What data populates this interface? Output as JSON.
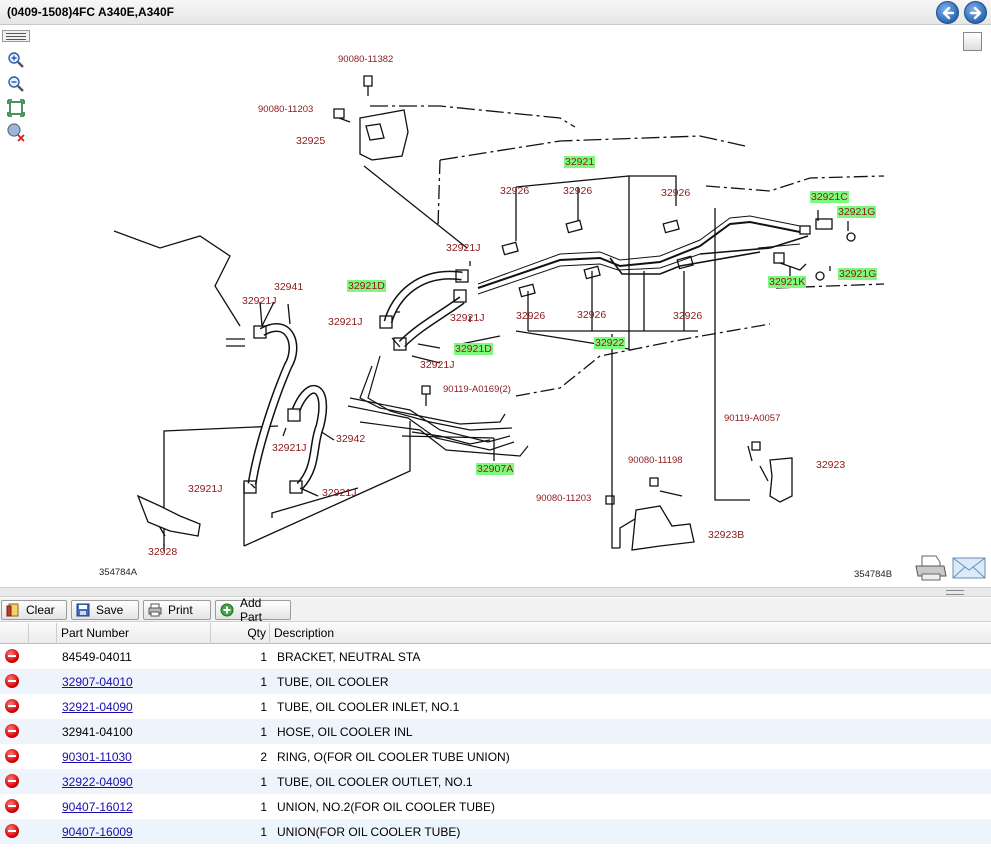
{
  "window": {
    "title": "(0409-1508)4FC A340E,A340F"
  },
  "diagram": {
    "labels": {
      "p90080_11382": "90080-11382",
      "p90080_11203a": "90080-11203",
      "p32925": "32925",
      "p32921_top": "32921",
      "p32926_a": "32926",
      "p32926_b": "32926",
      "p32926_c": "32926",
      "p32921C": "32921C",
      "p32921G_a": "32921G",
      "p32921G_b": "32921G",
      "p32921K": "32921K",
      "p32921J_a": "32921J",
      "p32921D_a": "32921D",
      "p32921J_b": "32921J",
      "p32921J_c": "32921J",
      "p32921D_b": "32921D",
      "p32921J_d": "32921J",
      "p32926_d": "32926",
      "p32926_e": "32926",
      "p32926_f": "32926",
      "p32922": "32922",
      "p32941": "32941",
      "p32921J_e": "32921J",
      "p90119_A0169": "90119-A0169(2)",
      "p32921J_f": "32921J",
      "p32942": "32942",
      "p32921J_g": "32921J",
      "p32921J_h": "32921J",
      "p32907A": "32907A",
      "p90119_A0057": "90119-A0057",
      "p32923": "32923",
      "p90080_11198": "90080-11198",
      "p90080_11203b": "90080-11203",
      "p32923B": "32923B",
      "p32928": "32928",
      "code_left": "354784A",
      "code_right": "354784B"
    }
  },
  "toolbar": {
    "clear": "Clear",
    "save": "Save",
    "print": "Print",
    "add_part": "Add Part"
  },
  "table": {
    "headers": {
      "part_number": "Part Number",
      "qty": "Qty",
      "description": "Description"
    },
    "rows": [
      {
        "part": "84549-04011",
        "link": false,
        "qty": "1",
        "desc": "BRACKET, NEUTRAL STA"
      },
      {
        "part": "32907-04010",
        "link": true,
        "qty": "1",
        "desc": "TUBE, OIL COOLER"
      },
      {
        "part": "32921-04090",
        "link": true,
        "qty": "1",
        "desc": "TUBE, OIL COOLER INLET, NO.1"
      },
      {
        "part": "32941-04100",
        "link": false,
        "qty": "1",
        "desc": "HOSE, OIL COOLER INL"
      },
      {
        "part": "90301-11030",
        "link": true,
        "qty": "2",
        "desc": "RING, O(FOR OIL COOLER TUBE UNION)"
      },
      {
        "part": "32922-04090",
        "link": true,
        "qty": "1",
        "desc": "TUBE, OIL COOLER OUTLET, NO.1"
      },
      {
        "part": "90407-16012",
        "link": true,
        "qty": "1",
        "desc": "UNION, NO.2(FOR OIL COOLER TUBE)"
      },
      {
        "part": "90407-16009",
        "link": true,
        "qty": "1",
        "desc": "UNION(FOR OIL COOLER TUBE)"
      }
    ]
  },
  "colors": {
    "label_red": "#8b1a1a",
    "highlight_green": "#7dfa7d",
    "link_blue": "#1a0dab",
    "row_alt": "#eef4fb"
  },
  "icons": [
    "back-arrow-icon",
    "forward-arrow-icon",
    "zoom-in-icon",
    "zoom-out-icon",
    "fit-icon",
    "reset-zoom-icon",
    "maximize-icon",
    "printer-icon",
    "mail-icon",
    "clear-icon",
    "save-icon",
    "print-icon",
    "add-icon",
    "remove-icon"
  ]
}
